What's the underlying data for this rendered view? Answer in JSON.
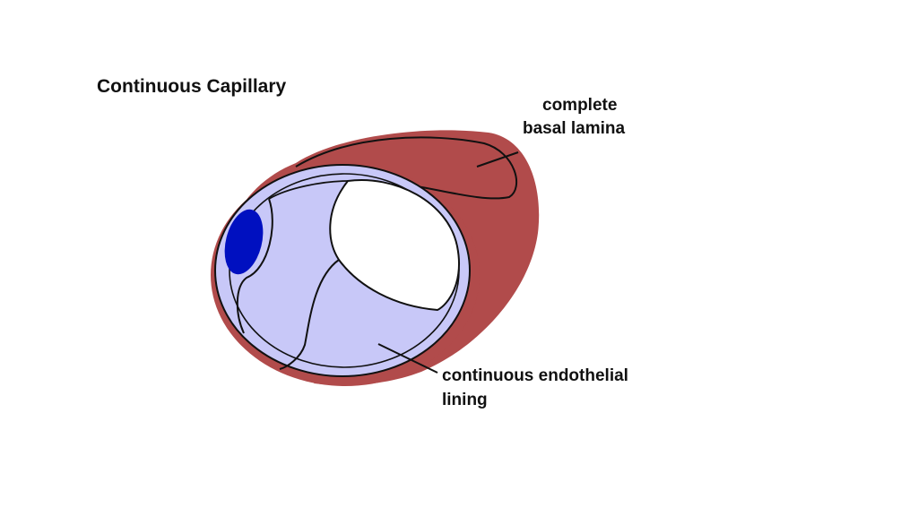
{
  "title": "Continuous Capillary",
  "labels": {
    "basal_lamina_line1": "complete",
    "basal_lamina_line2": "basal lamina",
    "endothelial_line1": "continuous endothelial",
    "endothelial_line2": "lining"
  },
  "colors": {
    "basal_lamina": "#b14b4b",
    "endothelium": "#c8c8f8",
    "nucleus": "#0010c0",
    "lumen": "#ffffff",
    "outline": "#111111"
  }
}
